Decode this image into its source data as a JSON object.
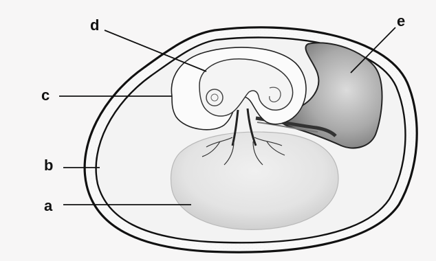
{
  "labels": {
    "a": "a",
    "b": "b",
    "c": "c",
    "d": "d",
    "e": "e"
  },
  "colors": {
    "background": "#f7f6f6",
    "outline": "#111111",
    "yolk_fill": "#e6e6e6",
    "albumen_fill": "#d9d9d9",
    "albumen_shadow": "#8c8c8c"
  }
}
